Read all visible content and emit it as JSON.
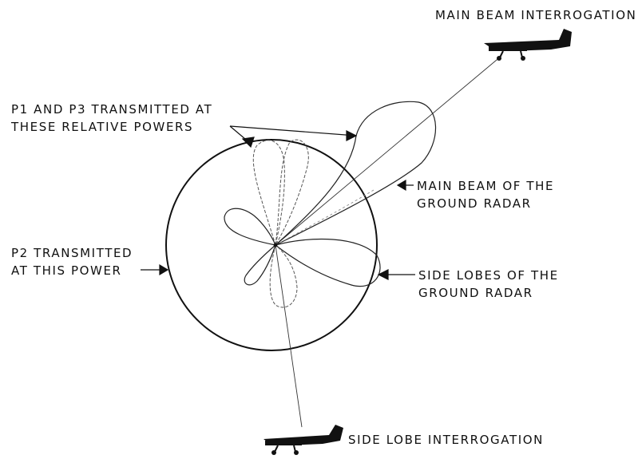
{
  "labels": {
    "main_beam_interrogation": "MAIN BEAM INTERROGATION",
    "p1_p3_line1": "P1 AND P3 TRANSMITTED AT",
    "p1_p3_line2": "THESE RELATIVE POWERS",
    "main_beam_line1": "MAIN BEAM OF THE",
    "main_beam_line2": "GROUND  RADAR",
    "p2_line1": "P2 TRANSMITTED",
    "p2_line2": "AT THIS POWER",
    "side_lobes_line1": "SIDE LOBES OF THE",
    "side_lobes_line2": "GROUND  RADAR",
    "side_lobe_interrogation": "SIDE LOBE INTERROGATION"
  },
  "icons": [
    "aircraft-icon-top",
    "aircraft-icon-bottom"
  ],
  "colors": {
    "ink": "#111111",
    "paper": "#ffffff"
  }
}
